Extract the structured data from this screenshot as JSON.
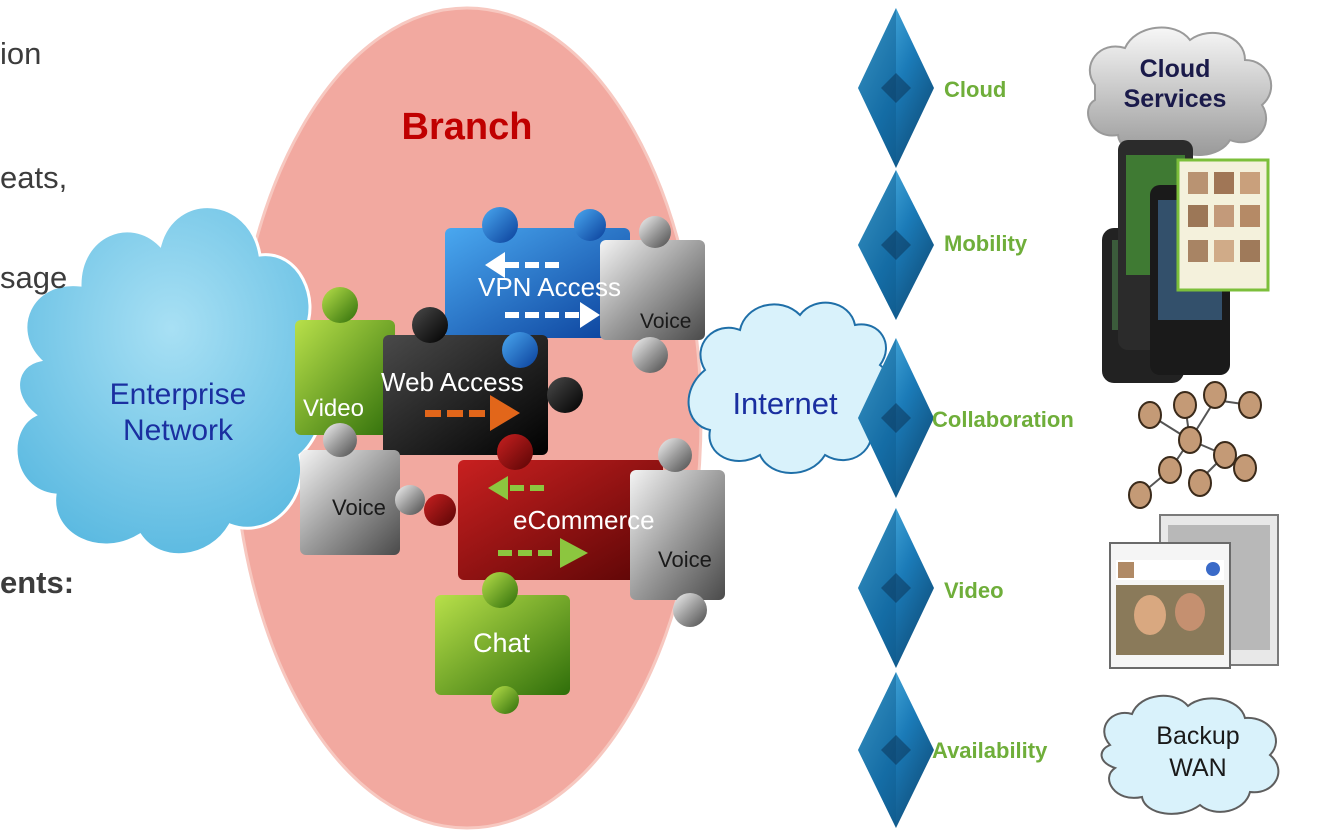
{
  "left_text_fragments": [
    "ion",
    "eats,",
    "sage",
    "ents:"
  ],
  "branch": {
    "title": "Branch"
  },
  "clouds": {
    "enterprise": {
      "line1": "Enterprise",
      "line2": "Network"
    },
    "internet": "Internet",
    "cloud_services": {
      "line1": "Cloud",
      "line2": "Services"
    },
    "backup_wan": {
      "line1": "Backup",
      "line2": "WAN"
    }
  },
  "puzzle": {
    "vpn": "VPN Access",
    "voice_top": "Voice",
    "video": "Video",
    "web": "Web Access",
    "voice_left": "Voice",
    "ecommerce": "eCommerce",
    "voice_right": "Voice",
    "chat": "Chat"
  },
  "capabilities": [
    "Cloud",
    "Mobility",
    "Collaboration",
    "Video",
    "Availability"
  ],
  "colors": {
    "branch_fill": "#f2a9a0",
    "branch_title": "#c00000",
    "green_caption": "#6fae3a",
    "diamond_blue": "#1f7fb8",
    "cloud_blue": "#6cc4e8",
    "internet_fill": "#d9f2fb",
    "text_gray": "#3c3c3c"
  },
  "icons": [
    "puzzle-piece-icon",
    "cloud-icon",
    "diamond-gem-icon",
    "smartphone-icon",
    "people-network-icon",
    "video-conference-icon",
    "arrow-icon"
  ]
}
